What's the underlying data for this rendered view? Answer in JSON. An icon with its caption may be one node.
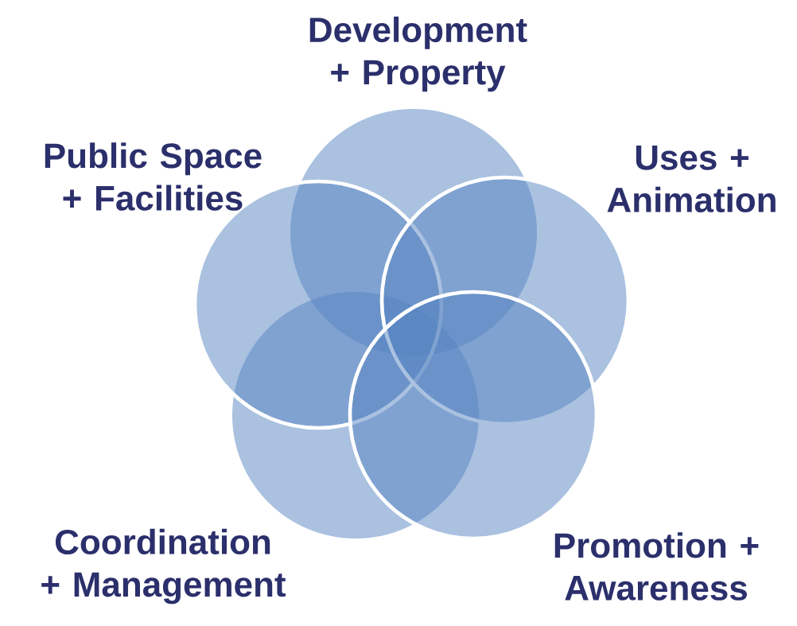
{
  "diagram": {
    "nodes": [
      {
        "text": [
          "Development + Property"
        ]
      },
      {
        "text": [
          "Public Space + Facilities"
        ]
      },
      {
        "text": [
          "Uses + Animation"
        ]
      },
      {
        "text": [
          "Coordination + Management"
        ]
      },
      {
        "text": [
          "Promotion + Awareness"
        ]
      }
    ]
  }
}
